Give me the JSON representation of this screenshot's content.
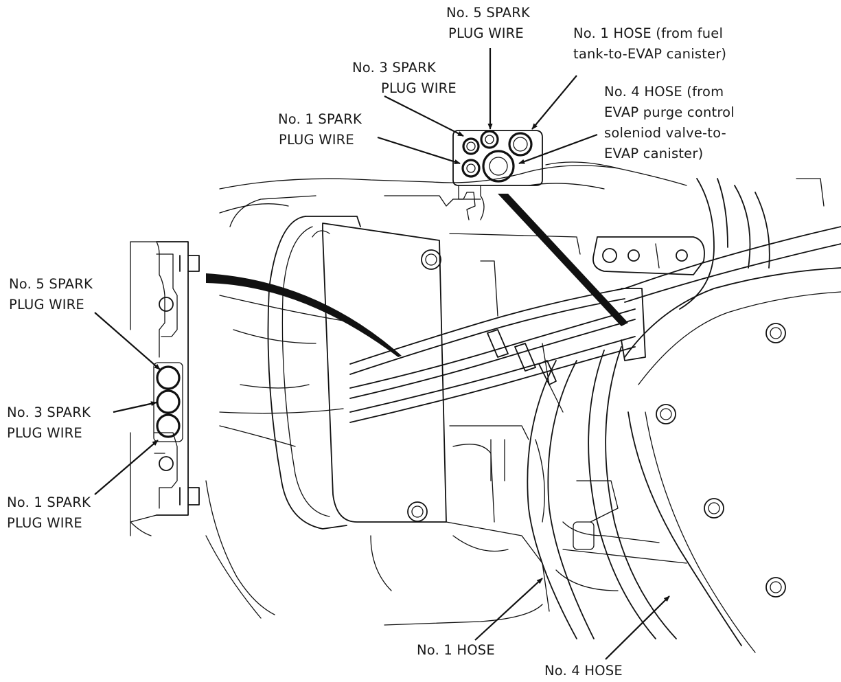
{
  "labels": {
    "top_no5_line1": "No. 5 SPARK",
    "top_no5_line2": "PLUG WIRE",
    "top_no3_line1": "No. 3 SPARK",
    "top_no3_line2": "PLUG WIRE",
    "top_no1_line1": "No. 1 SPARK",
    "top_no1_line2": "PLUG WIRE",
    "hose1_line1": "No. 1 HOSE (from fuel",
    "hose1_line2": "tank-to-EVAP canister)",
    "hose4_line1": "No. 4 HOSE (from",
    "hose4_line2": "EVAP purge control",
    "hose4_line3": "soleniod valve-to-",
    "hose4_line4": "EVAP canister)",
    "left_no5_line1": "No. 5 SPARK",
    "left_no5_line2": "PLUG WIRE",
    "left_no3_line1": "No. 3 SPARK",
    "left_no3_line2": "PLUG WIRE",
    "left_no1_line1": "No. 1 SPARK",
    "left_no1_line2": "PLUG WIRE",
    "bottom_hose1": "No. 1 HOSE",
    "bottom_hose4": "No. 4 HOSE"
  }
}
